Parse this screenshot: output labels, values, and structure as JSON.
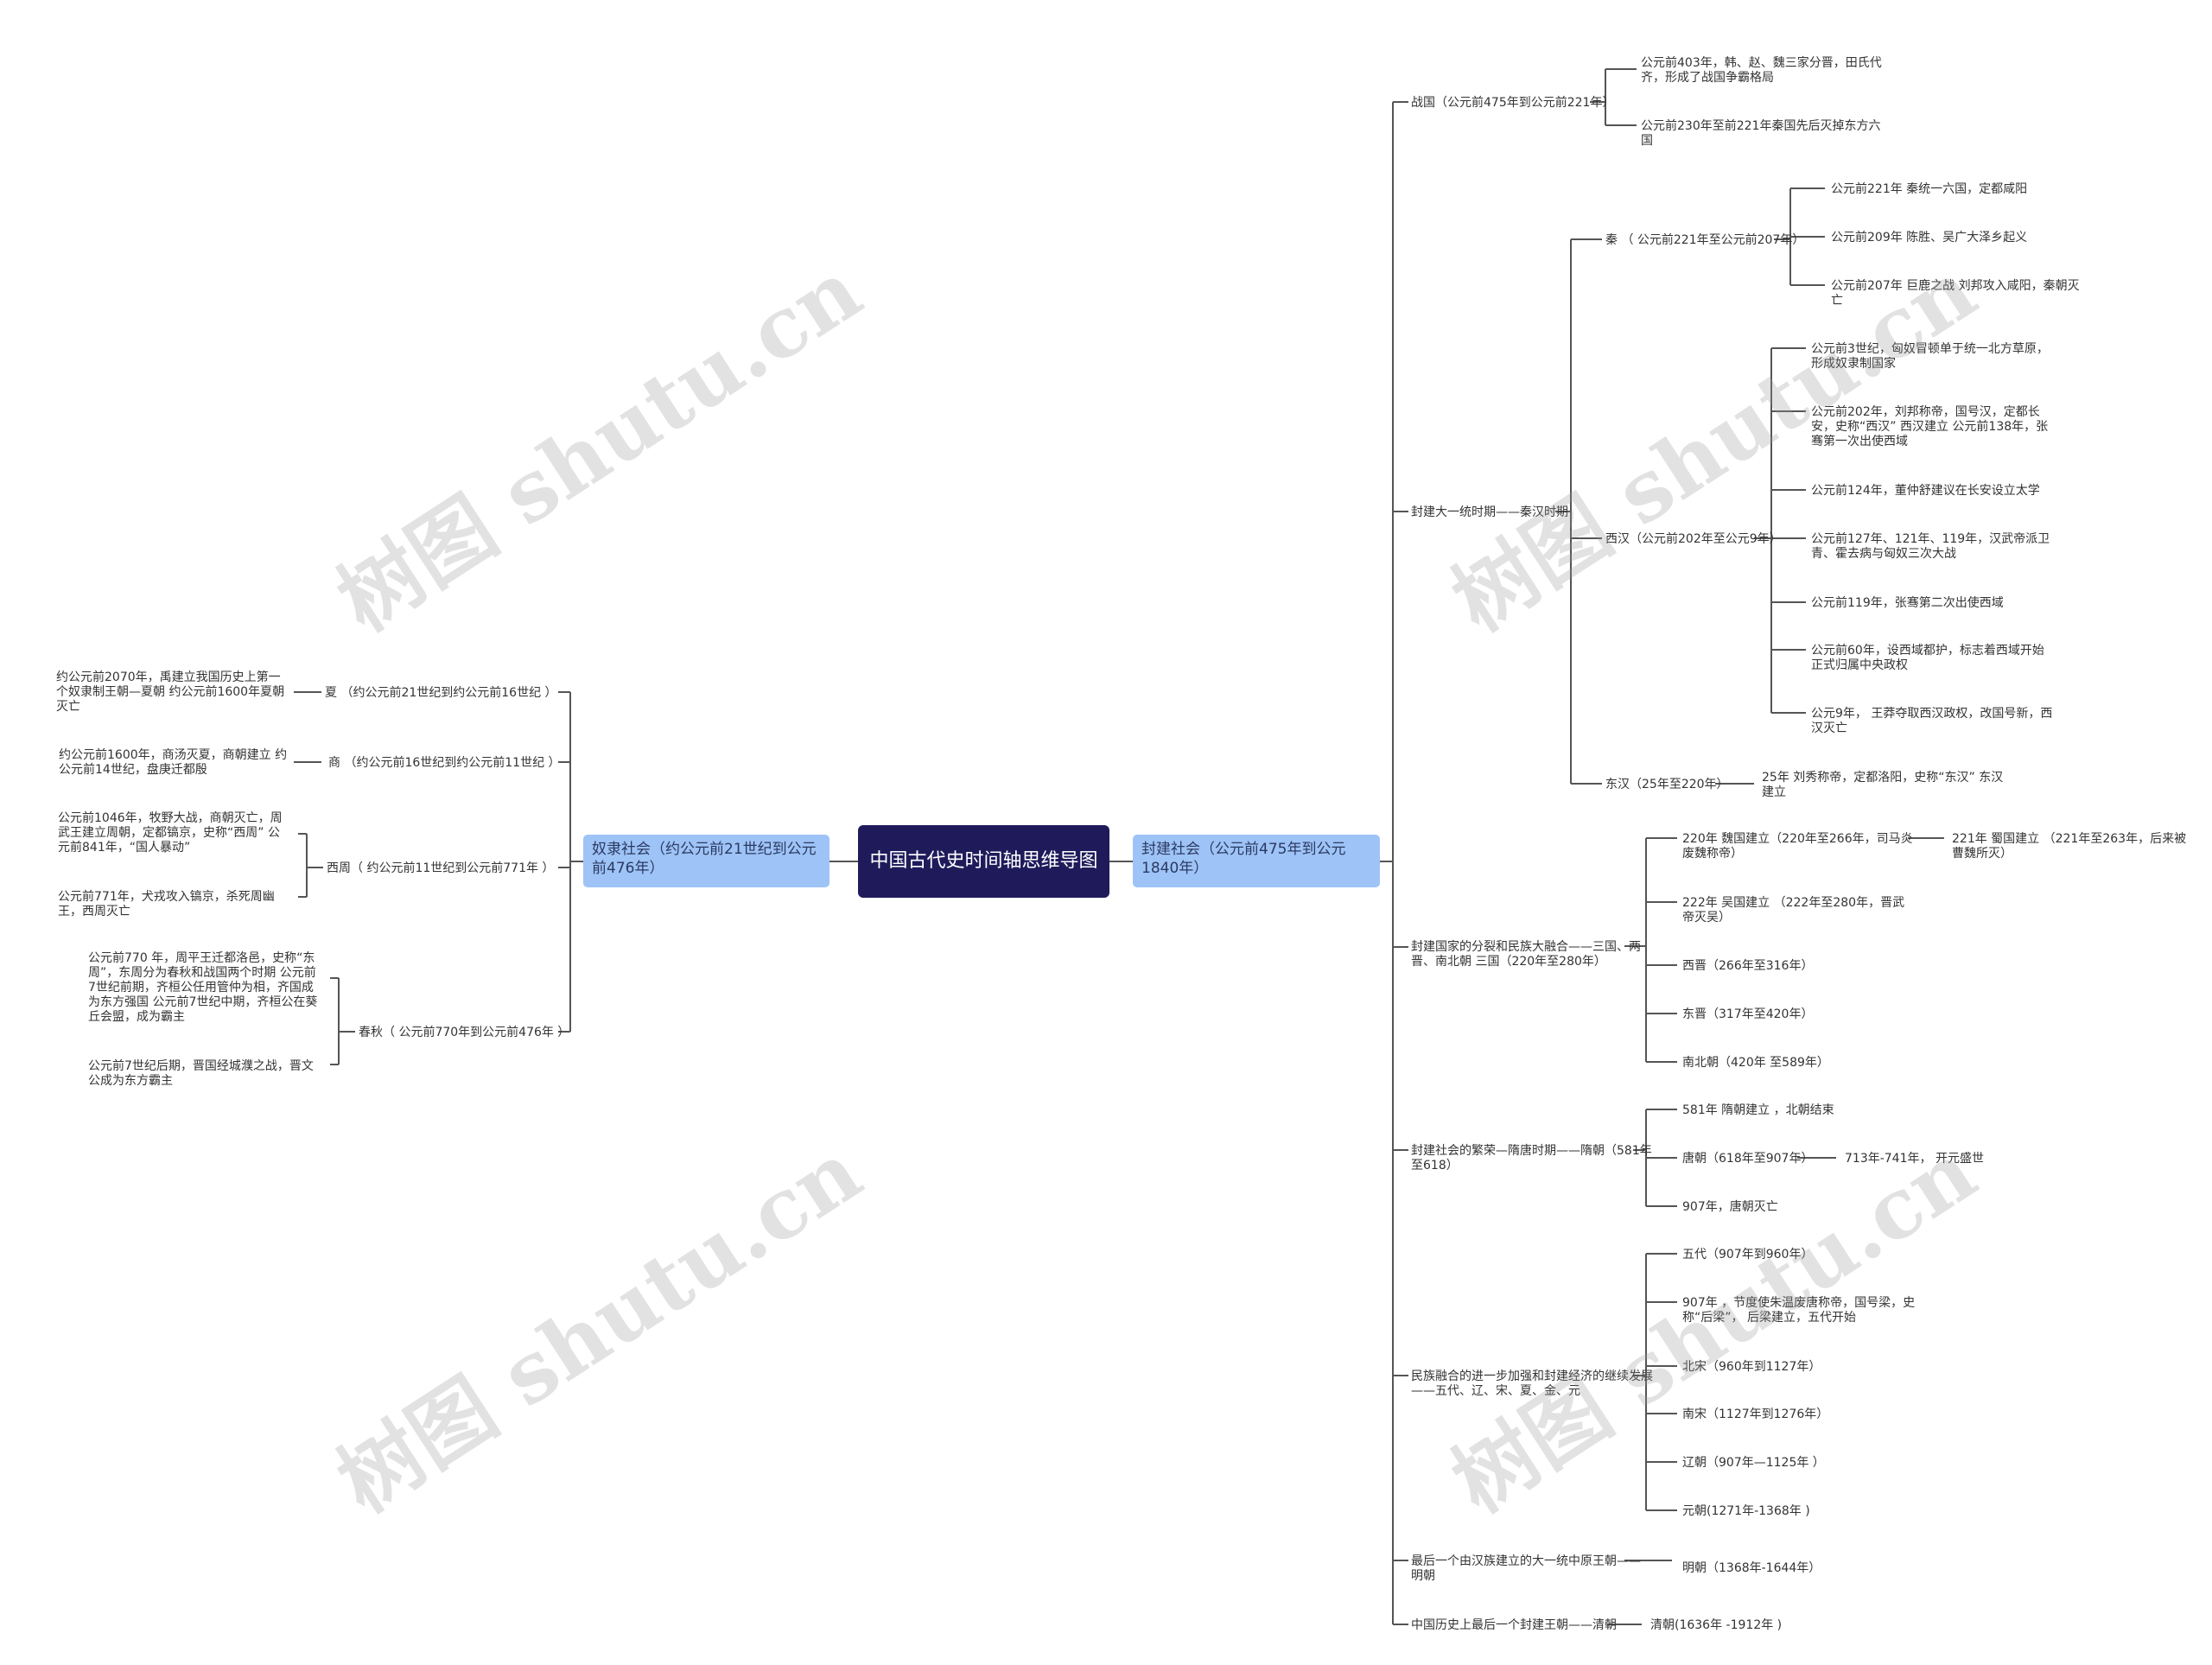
{
  "root": {
    "label": "中国古代史时间轴思维导图"
  },
  "left": {
    "label": "奴隶社会（约公元前21世纪到公元前476年）",
    "children": [
      {
        "label": "夏 （约公元前21世纪到约公元前16世纪 ）",
        "children": [
          "约公元前2070年，禹建立我国历史上第一个奴隶制王朝—夏朝 约公元前1600年夏朝灭亡"
        ]
      },
      {
        "label": "商 （约公元前16世纪到约公元前11世纪 ）",
        "children": [
          "约公元前1600年，商汤灭夏，商朝建立 约公元前14世纪，盘庚迁都殷"
        ]
      },
      {
        "label": "西周（ 约公元前11世纪到公元前771年 ）",
        "children": [
          "公元前1046年，牧野大战，商朝灭亡，周武王建立周朝，定都镐京，史称“西周” 公元前841年，“国人暴动”",
          "公元前771年，犬戎攻入镐京，杀死周幽王，西周灭亡"
        ]
      },
      {
        "label": "春秋（ 公元前770年到公元前476年 ）",
        "children": [
          "公元前770 年，周平王迁都洛邑，史称“东周”，东周分为春秋和战国两个时期 公元前7世纪前期，齐桓公任用管仲为相，齐国成为东方强国 公元前7世纪中期，齐桓公在葵丘会盟，成为霸主",
          "公元前7世纪后期，晋国经城濮之战，晋文公成为东方霸主"
        ]
      }
    ]
  },
  "right": {
    "label": "封建社会（公元前475年到公元1840年）",
    "children": [
      {
        "label": "战国（公元前475年到公元前221年）",
        "children": [
          {
            "label": "公元前403年，韩、赵、魏三家分晋，田氏代齐，形成了战国争霸格局"
          },
          {
            "label": "公元前230年至前221年秦国先后灭掉东方六国"
          }
        ]
      },
      {
        "label": "封建大一统时期——秦汉时期",
        "children": [
          {
            "label": "秦 （ 公元前221年至公元前207年）",
            "children": [
              {
                "label": "公元前221年 秦统一六国，定都咸阳"
              },
              {
                "label": "公元前209年 陈胜、吴广大泽乡起义"
              },
              {
                "label": "公元前207年 巨鹿之战 刘邦攻入咸阳，秦朝灭亡"
              }
            ]
          },
          {
            "label": "西汉（公元前202年至公元9年）",
            "children": [
              {
                "label": "公元前3世纪，匈奴冒顿单于统一北方草原，形成奴隶制国家"
              },
              {
                "label": "公元前202年，刘邦称帝，国号汉，定都长安，史称“西汉” 西汉建立 公元前138年，张骞第一次出使西域"
              },
              {
                "label": "公元前124年，董仲舒建议在长安设立太学"
              },
              {
                "label": "公元前127年、121年、119年，汉武帝派卫青、霍去病与匈奴三次大战"
              },
              {
                "label": "公元前119年，张骞第二次出使西域"
              },
              {
                "label": "公元前60年，设西域都护，标志着西域开始正式归属中央政权"
              },
              {
                "label": "公元9年， 王莽夺取西汉政权，改国号新，西汉灭亡"
              }
            ]
          },
          {
            "label": "东汉（25年至220年）",
            "children": [
              {
                "label": "25年 刘秀称帝，定都洛阳，史称“东汉” 东汉建立"
              }
            ]
          }
        ]
      },
      {
        "label": "封建国家的分裂和民族大融合——三国、两晋、南北朝 三国（220年至280年）",
        "children": [
          {
            "label": "220年 魏国建立（220年至266年，司马炎废魏称帝）",
            "children": [
              {
                "label": "221年 蜀国建立 （221年至263年，后来被曹魏所灭）"
              }
            ]
          },
          {
            "label": " 222年 吴国建立 （222年至280年，晋武帝灭吴）"
          },
          {
            "label": "西晋（266年至316年）"
          },
          {
            "label": "东晋（317年至420年）"
          },
          {
            "label": "南北朝（420年 至589年）"
          }
        ]
      },
      {
        "label": "封建社会的繁荣—隋唐时期——隋朝（581年至618）",
        "children": [
          {
            "label": "581年 隋朝建立 ，北朝结束"
          },
          {
            "label": "唐朝（618年至907年）",
            "children": [
              {
                "label": "713年-741年， 开元盛世"
              }
            ]
          },
          {
            "label": " 907年，唐朝灭亡"
          }
        ]
      },
      {
        "label": "民族融合的进一步加强和封建经济的继续发展——五代、辽、宋、夏、金、元",
        "children": [
          {
            "label": "五代（907年到960年）"
          },
          {
            "label": " 907年 ，节度使朱温废唐称帝，国号梁，史称“后梁”， 后梁建立，五代开始"
          },
          {
            "label": "北宋（960年到1127年）"
          },
          {
            "label": "南宋（1127年到1276年）"
          },
          {
            "label": "辽朝（907年—1125年 ）"
          },
          {
            "label": "元朝(1271年-1368年 )"
          }
        ]
      },
      {
        "label": "最后一个由汉族建立的大一统中原王朝——明朝",
        "children": [
          {
            "label": "明朝（1368年-1644年）"
          }
        ]
      },
      {
        "label": "中国历史上最后一个封建王朝——清朝",
        "children": [
          {
            "label": "清朝(1636年 -1912年 )"
          }
        ]
      }
    ]
  },
  "watermark": "树图 shutu.cn",
  "colors": {
    "root_bg": "#1f1b5b",
    "branch_bg": "#9ec3f7",
    "line": "#555555"
  }
}
